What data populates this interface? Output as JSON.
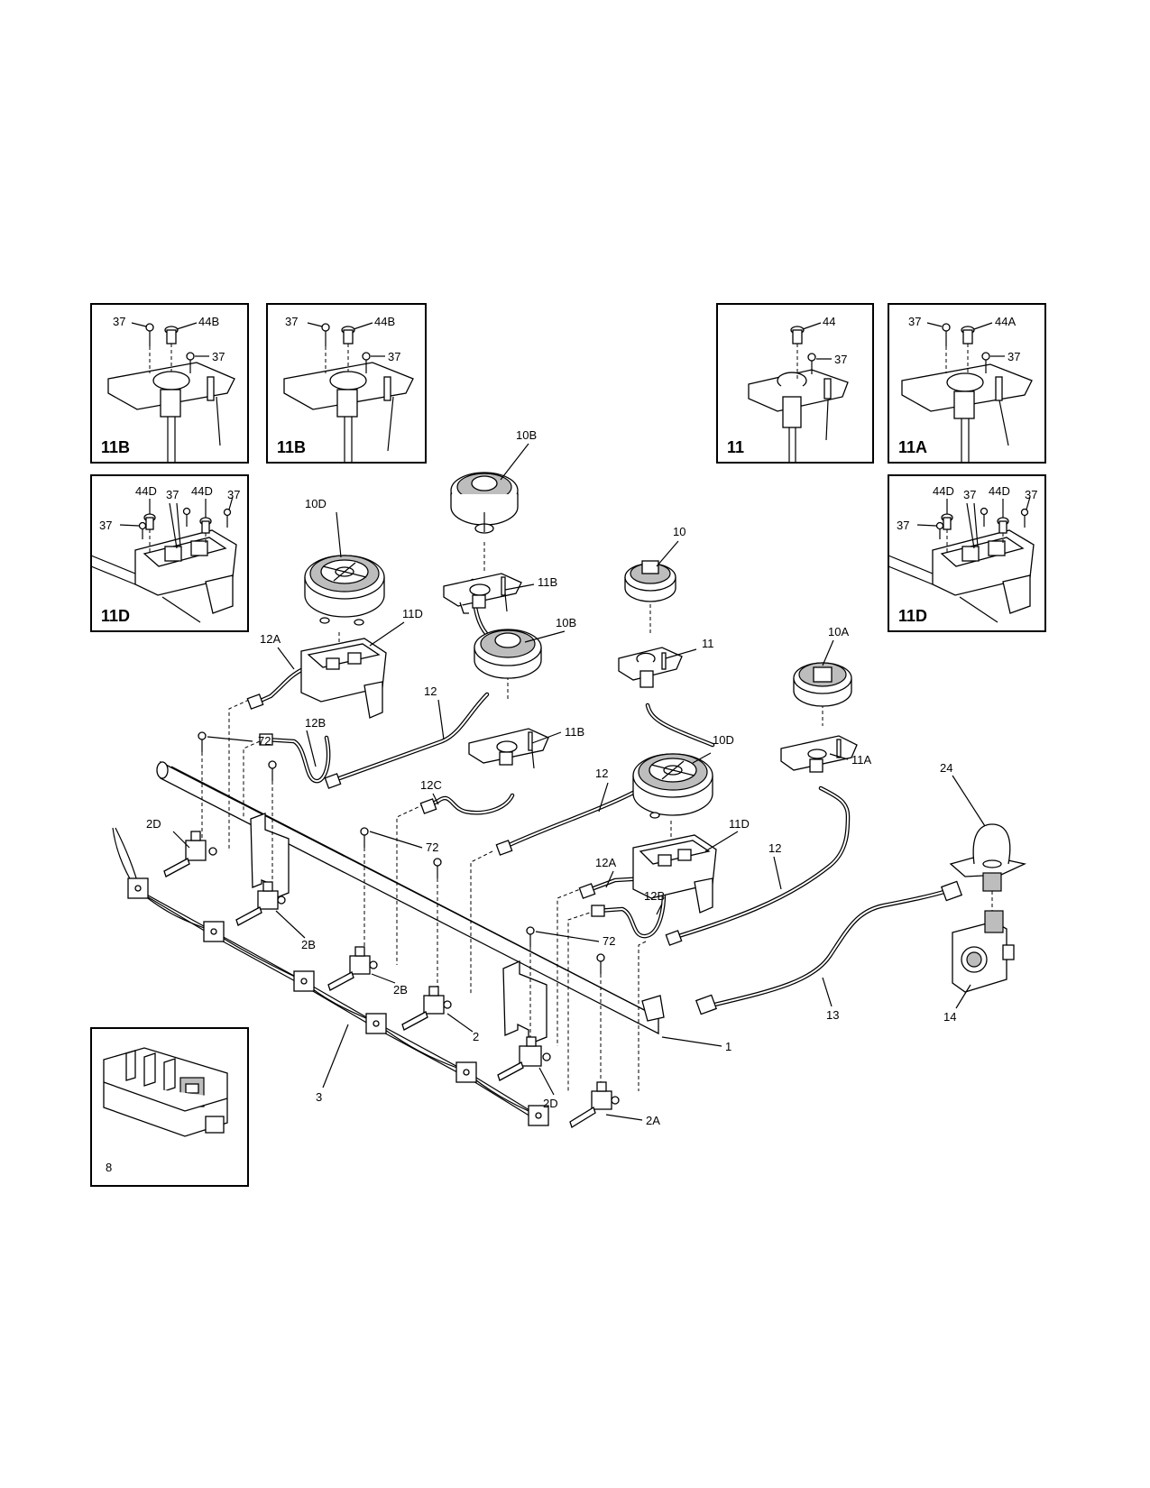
{
  "insets": {
    "tl1": {
      "title": "11B",
      "labels": [
        "37",
        "44B",
        "37"
      ]
    },
    "tl2": {
      "title": "11B",
      "labels": [
        "37",
        "44B",
        "37"
      ]
    },
    "tr1": {
      "title": "11",
      "labels": [
        "44",
        "37"
      ]
    },
    "tr2": {
      "title": "11A",
      "labels": [
        "37",
        "44A",
        "37"
      ]
    },
    "ml": {
      "title": "11D",
      "labels": [
        "44D",
        "37",
        "44D",
        "37",
        "37"
      ]
    },
    "mr": {
      "title": "11D",
      "labels": [
        "44D",
        "37",
        "44D",
        "37",
        "37"
      ]
    },
    "bl": {
      "title": "8"
    }
  },
  "callouts": {
    "c10b_top": "10B",
    "c10d_left": "10D",
    "c10": "10",
    "c11b_top": "11B",
    "c11d_left": "11D",
    "c10b_mid": "10B",
    "c12a_left": "12A",
    "c12_left": "12",
    "c11": "11",
    "c10a": "10A",
    "c12b_left": "12B",
    "c11b_mid": "11B",
    "c10d_right": "10D",
    "c11a": "11A",
    "c72_a": "72",
    "c12c": "12C",
    "c12_mid": "12",
    "c24": "24",
    "c2d_left": "2D",
    "c11d_right": "11D",
    "c72_b": "72",
    "c12a_right": "12A",
    "c12_right": "12",
    "c12b_right": "12B",
    "c72_c": "72",
    "c2b_a": "2B",
    "c2b_b": "2B",
    "c2": "2",
    "c13": "13",
    "c14": "14",
    "c1": "1",
    "c3": "3",
    "c2d_right": "2D",
    "c2a": "2A"
  }
}
